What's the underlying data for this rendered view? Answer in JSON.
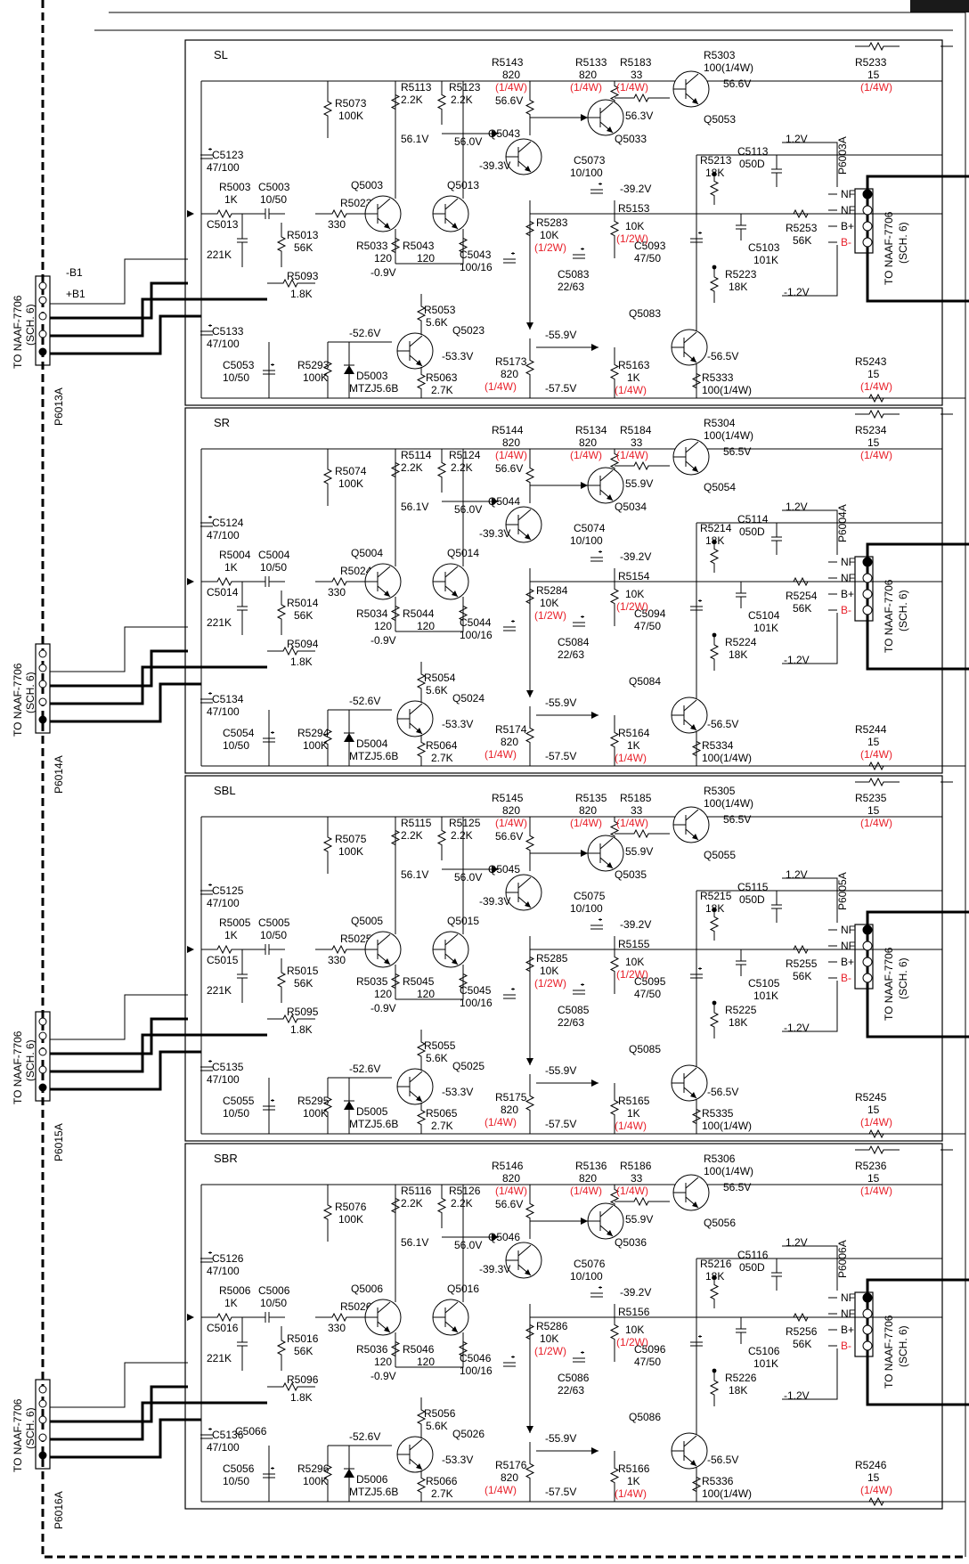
{
  "header_tab": "",
  "wiring": {
    "neg_b1": "-B1",
    "pos_b1": "+B1"
  },
  "channels": [
    {
      "name": "SL",
      "input_connector": "P6013A",
      "output_connector": "P6003A",
      "to_board": "TO NAAF-7706",
      "sheet": "(SCH. 6)",
      "out_pins": [
        "NF",
        "NF",
        "B+",
        "B-"
      ],
      "components": {
        "r_in": {
          "ref": "R5003",
          "val": "1K"
        },
        "c_in": {
          "ref": "C5003",
          "val": "10/50"
        },
        "c_in2": {
          "ref": "C5013",
          "val": "221K"
        },
        "c_bp_top": {
          "ref": "C5123",
          "val": "47/100"
        },
        "c_bp_bot": {
          "ref": "C5133",
          "val": "47/100"
        },
        "r_bias": {
          "ref": "R5073",
          "val": "100K"
        },
        "r_fb": {
          "ref": "R5013",
          "val": "56K"
        },
        "r_nf": {
          "ref": "R5093",
          "val": "1.8K"
        },
        "r_base": {
          "ref": "R5023",
          "val": "330"
        },
        "r_e1": {
          "ref": "R5033",
          "val": "120"
        },
        "r_e2": {
          "ref": "R5043",
          "val": "120"
        },
        "r_col1": {
          "ref": "R5113",
          "val": "2.2K"
        },
        "r_col2": {
          "ref": "R5123",
          "val": "2.2K"
        },
        "r_top1": {
          "ref": "R5143",
          "val": "820"
        },
        "r_top2": {
          "ref": "R5133",
          "val": "820"
        },
        "r_top3": {
          "ref": "R5183",
          "val": "33"
        },
        "r_top4": {
          "ref": "R5303",
          "val": "100"
        },
        "r_out_top": {
          "ref": "R5233",
          "val": "15"
        },
        "r_out_bot": {
          "ref": "R5243",
          "val": "15"
        },
        "c_mid1": {
          "ref": "C5043",
          "val": "100/16"
        },
        "c_mid2": {
          "ref": "C5073",
          "val": "10/100"
        },
        "r_mid1": {
          "ref": "R5283",
          "val": "10K"
        },
        "r_mid2": {
          "ref": "R5153",
          "val": "10K"
        },
        "c_mid3": {
          "ref": "C5083",
          "val": "22/63"
        },
        "c_mid4": {
          "ref": "C5093",
          "val": "47/50"
        },
        "r_right1": {
          "ref": "R5213",
          "val": "18K"
        },
        "r_right2": {
          "ref": "R5223",
          "val": "18K"
        },
        "c_right1": {
          "ref": "C5113",
          "val": "050D"
        },
        "c_right2": {
          "ref": "C5103",
          "val": "101K"
        },
        "r_nf_out": {
          "ref": "R5253",
          "val": "56K"
        },
        "r_low1": {
          "ref": "R5053",
          "val": "5.6K"
        },
        "r_low2": {
          "ref": "R5063",
          "val": "2.7K"
        },
        "r_low3": {
          "ref": "R5173",
          "val": "820"
        },
        "r_low4": {
          "ref": "R5163",
          "val": "1K"
        },
        "r_low5": {
          "ref": "R5333",
          "val": "100"
        },
        "r_low6": {
          "ref": "R5293",
          "val": "100K"
        },
        "c_low": {
          "ref": "C5053",
          "val": "10/50"
        },
        "zener": {
          "ref": "D5003",
          "val": "MTZJ5.6B"
        }
      },
      "transistors": {
        "q_in1": "Q5003",
        "q_in2": "Q5013",
        "q_vas": "Q5043",
        "q_drv_top": "Q5033",
        "q_out_top": "Q5053",
        "q_bias": "Q5023",
        "q_out_bot": "Q5083"
      },
      "voltages": {
        "v_col1": "56.1V",
        "v_col2": "56.0V",
        "v_top1": "56.6V",
        "v_top2": "56.3V",
        "v_top3": "56.6V",
        "v_mid1": "-39.3V",
        "v_mid2": "-39.2V",
        "v_base": "-0.9V",
        "v_out_pos": "1.2V",
        "v_out_neg": "-1.2V",
        "v_low1": "-52.6V",
        "v_low2": "-53.3V",
        "v_low3": "-55.9V",
        "v_low4": "-56.5V",
        "v_low5": "-57.5V"
      },
      "ratings": {
        "quarter_w": "(1/4W)",
        "half_w": "(1/2W)"
      }
    },
    {
      "name": "SR",
      "input_connector": "P6014A",
      "output_connector": "P6004A",
      "to_board": "TO NAAF-7706",
      "sheet": "(SCH. 6)",
      "out_pins": [
        "NF",
        "NF",
        "B+",
        "B-"
      ],
      "components": {
        "r_in": {
          "ref": "R5004",
          "val": "1K"
        },
        "c_in": {
          "ref": "C5004",
          "val": "10/50"
        },
        "c_in2": {
          "ref": "C5014",
          "val": "221K"
        },
        "c_bp_top": {
          "ref": "C5124",
          "val": "47/100"
        },
        "c_bp_bot": {
          "ref": "C5134",
          "val": "47/100"
        },
        "r_bias": {
          "ref": "R5074",
          "val": "100K"
        },
        "r_fb": {
          "ref": "R5014",
          "val": "56K"
        },
        "r_nf": {
          "ref": "R5094",
          "val": "1.8K"
        },
        "r_base": {
          "ref": "R5024",
          "val": "330"
        },
        "r_e1": {
          "ref": "R5034",
          "val": "120"
        },
        "r_e2": {
          "ref": "R5044",
          "val": "120"
        },
        "r_col1": {
          "ref": "R5114",
          "val": "2.2K"
        },
        "r_col2": {
          "ref": "R5124",
          "val": "2.2K"
        },
        "r_top1": {
          "ref": "R5144",
          "val": "820"
        },
        "r_top2": {
          "ref": "R5134",
          "val": "820"
        },
        "r_top3": {
          "ref": "R5184",
          "val": "33"
        },
        "r_top4": {
          "ref": "R5304",
          "val": "100"
        },
        "r_out_top": {
          "ref": "R5234",
          "val": "15"
        },
        "r_out_bot": {
          "ref": "R5244",
          "val": "15"
        },
        "c_mid1": {
          "ref": "C5044",
          "val": "100/16"
        },
        "c_mid2": {
          "ref": "C5074",
          "val": "10/100"
        },
        "r_mid1": {
          "ref": "R5284",
          "val": "10K"
        },
        "r_mid2": {
          "ref": "R5154",
          "val": "10K"
        },
        "c_mid3": {
          "ref": "C5084",
          "val": "22/63"
        },
        "c_mid4": {
          "ref": "C5094",
          "val": "47/50"
        },
        "r_right1": {
          "ref": "R5214",
          "val": "18K"
        },
        "r_right2": {
          "ref": "R5224",
          "val": "18K"
        },
        "c_right1": {
          "ref": "C5114",
          "val": "050D"
        },
        "c_right2": {
          "ref": "C5104",
          "val": "101K"
        },
        "r_nf_out": {
          "ref": "R5254",
          "val": "56K"
        },
        "r_low1": {
          "ref": "R5054",
          "val": "5.6K"
        },
        "r_low2": {
          "ref": "R5064",
          "val": "2.7K"
        },
        "r_low3": {
          "ref": "R5174",
          "val": "820"
        },
        "r_low4": {
          "ref": "R5164",
          "val": "1K"
        },
        "r_low5": {
          "ref": "R5334",
          "val": "100"
        },
        "r_low6": {
          "ref": "R5294",
          "val": "100K"
        },
        "c_low": {
          "ref": "C5054",
          "val": "10/50"
        },
        "zener": {
          "ref": "D5004",
          "val": "MTZJ5.6B"
        }
      },
      "transistors": {
        "q_in1": "Q5004",
        "q_in2": "Q5014",
        "q_vas": "Q5044",
        "q_drv_top": "Q5034",
        "q_out_top": "Q5054",
        "q_bias": "Q5024",
        "q_out_bot": "Q5084"
      },
      "voltages": {
        "v_col1": "56.1V",
        "v_col2": "56.0V",
        "v_top1": "56.6V",
        "v_top2": "55.9V",
        "v_top3": "56.5V",
        "v_mid1": "-39.3V",
        "v_mid2": "-39.2V",
        "v_base": "-0.9V",
        "v_out_pos": "1.2V",
        "v_out_neg": "-1.2V",
        "v_low1": "-52.6V",
        "v_low2": "-53.3V",
        "v_low3": "-55.9V",
        "v_low4": "-56.5V",
        "v_low5": "-57.5V"
      },
      "ratings": {
        "quarter_w": "(1/4W)",
        "half_w": "(1/2W)"
      }
    },
    {
      "name": "SBL",
      "input_connector": "P6015A",
      "output_connector": "P6005A",
      "to_board": "TO NAAF-7706",
      "sheet": "(SCH. 6)",
      "out_pins": [
        "NF",
        "NF",
        "B+",
        "B-"
      ],
      "components": {
        "r_in": {
          "ref": "R5005",
          "val": "1K"
        },
        "c_in": {
          "ref": "C5005",
          "val": "10/50"
        },
        "c_in2": {
          "ref": "C5015",
          "val": "221K"
        },
        "c_bp_top": {
          "ref": "C5125",
          "val": "47/100"
        },
        "c_bp_bot": {
          "ref": "C5135",
          "val": "47/100"
        },
        "r_bias": {
          "ref": "R5075",
          "val": "100K"
        },
        "r_fb": {
          "ref": "R5015",
          "val": "56K"
        },
        "r_nf": {
          "ref": "R5095",
          "val": "1.8K"
        },
        "r_base": {
          "ref": "R5025",
          "val": "330"
        },
        "r_e1": {
          "ref": "R5035",
          "val": "120"
        },
        "r_e2": {
          "ref": "R5045",
          "val": "120"
        },
        "r_col1": {
          "ref": "R5115",
          "val": "2.2K"
        },
        "r_col2": {
          "ref": "R5125",
          "val": "2.2K"
        },
        "r_top1": {
          "ref": "R5145",
          "val": "820"
        },
        "r_top2": {
          "ref": "R5135",
          "val": "820"
        },
        "r_top3": {
          "ref": "R5185",
          "val": "33"
        },
        "r_top4": {
          "ref": "R5305",
          "val": "100"
        },
        "r_out_top": {
          "ref": "R5235",
          "val": "15"
        },
        "r_out_bot": {
          "ref": "R5245",
          "val": "15"
        },
        "c_mid1": {
          "ref": "C5045",
          "val": "100/16"
        },
        "c_mid2": {
          "ref": "C5075",
          "val": "10/100"
        },
        "r_mid1": {
          "ref": "R5285",
          "val": "10K"
        },
        "r_mid2": {
          "ref": "R5155",
          "val": "10K"
        },
        "c_mid3": {
          "ref": "C5085",
          "val": "22/63"
        },
        "c_mid4": {
          "ref": "C5095",
          "val": "47/50"
        },
        "r_right1": {
          "ref": "R5215",
          "val": "18K"
        },
        "r_right2": {
          "ref": "R5225",
          "val": "18K"
        },
        "c_right1": {
          "ref": "C5115",
          "val": "050D"
        },
        "c_right2": {
          "ref": "C5105",
          "val": "101K"
        },
        "r_nf_out": {
          "ref": "R5255",
          "val": "56K"
        },
        "r_low1": {
          "ref": "R5055",
          "val": "5.6K"
        },
        "r_low2": {
          "ref": "R5065",
          "val": "2.7K"
        },
        "r_low3": {
          "ref": "R5175",
          "val": "820"
        },
        "r_low4": {
          "ref": "R5165",
          "val": "1K"
        },
        "r_low5": {
          "ref": "R5335",
          "val": "100"
        },
        "r_low6": {
          "ref": "R5295",
          "val": "100K"
        },
        "c_low": {
          "ref": "C5055",
          "val": "10/50"
        },
        "zener": {
          "ref": "D5005",
          "val": "MTZJ5.6B"
        }
      },
      "transistors": {
        "q_in1": "Q5005",
        "q_in2": "Q5015",
        "q_vas": "Q5045",
        "q_drv_top": "Q5035",
        "q_out_top": "Q5055",
        "q_bias": "Q5025",
        "q_out_bot": "Q5085"
      },
      "voltages": {
        "v_col1": "56.1V",
        "v_col2": "56.0V",
        "v_top1": "56.6V",
        "v_top2": "55.9V",
        "v_top3": "56.5V",
        "v_mid1": "-39.3V",
        "v_mid2": "-39.2V",
        "v_base": "-0.9V",
        "v_out_pos": "1.2V",
        "v_out_neg": "-1.2V",
        "v_low1": "-52.6V",
        "v_low2": "-53.3V",
        "v_low3": "-55.9V",
        "v_low4": "-56.5V",
        "v_low5": "-57.5V"
      },
      "ratings": {
        "quarter_w": "(1/4W)",
        "half_w": "(1/2W)"
      }
    },
    {
      "name": "SBR",
      "input_connector": "P6016A",
      "output_connector": "P6006A",
      "to_board": "TO NAAF-7706",
      "sheet": "(SCH. 6)",
      "out_pins": [
        "NF",
        "NF",
        "B+",
        "B-"
      ],
      "extra_label": "C5066",
      "components": {
        "r_in": {
          "ref": "R5006",
          "val": "1K"
        },
        "c_in": {
          "ref": "C5006",
          "val": "10/50"
        },
        "c_in2": {
          "ref": "C5016",
          "val": "221K"
        },
        "c_bp_top": {
          "ref": "C5126",
          "val": "47/100"
        },
        "c_bp_bot": {
          "ref": "C5136",
          "val": "47/100"
        },
        "r_bias": {
          "ref": "R5076",
          "val": "100K"
        },
        "r_fb": {
          "ref": "R5016",
          "val": "56K"
        },
        "r_nf": {
          "ref": "R5096",
          "val": "1.8K"
        },
        "r_base": {
          "ref": "R5026",
          "val": "330"
        },
        "r_e1": {
          "ref": "R5036",
          "val": "120"
        },
        "r_e2": {
          "ref": "R5046",
          "val": "120"
        },
        "r_col1": {
          "ref": "R5116",
          "val": "2.2K"
        },
        "r_col2": {
          "ref": "R5126",
          "val": "2.2K"
        },
        "r_top1": {
          "ref": "R5146",
          "val": "820"
        },
        "r_top2": {
          "ref": "R5136",
          "val": "820"
        },
        "r_top3": {
          "ref": "R5186",
          "val": "33"
        },
        "r_top4": {
          "ref": "R5306",
          "val": "100"
        },
        "r_out_top": {
          "ref": "R5236",
          "val": "15"
        },
        "r_out_bot": {
          "ref": "R5246",
          "val": "15"
        },
        "c_mid1": {
          "ref": "C5046",
          "val": "100/16"
        },
        "c_mid2": {
          "ref": "C5076",
          "val": "10/100"
        },
        "r_mid1": {
          "ref": "R5286",
          "val": "10K"
        },
        "r_mid2": {
          "ref": "R5156",
          "val": "10K"
        },
        "c_mid3": {
          "ref": "C5086",
          "val": "22/63"
        },
        "c_mid4": {
          "ref": "C5096",
          "val": "47/50"
        },
        "r_right1": {
          "ref": "R5216",
          "val": "18K"
        },
        "r_right2": {
          "ref": "R5226",
          "val": "18K"
        },
        "c_right1": {
          "ref": "C5116",
          "val": "050D"
        },
        "c_right2": {
          "ref": "C5106",
          "val": "101K"
        },
        "r_nf_out": {
          "ref": "R5256",
          "val": "56K"
        },
        "r_low1": {
          "ref": "R5056",
          "val": "5.6K"
        },
        "r_low2": {
          "ref": "R5066",
          "val": "2.7K"
        },
        "r_low3": {
          "ref": "R5176",
          "val": "820"
        },
        "r_low4": {
          "ref": "R5166",
          "val": "1K"
        },
        "r_low5": {
          "ref": "R5336",
          "val": "100"
        },
        "r_low6": {
          "ref": "R5296",
          "val": "100K"
        },
        "c_low": {
          "ref": "C5056",
          "val": "10/50"
        },
        "zener": {
          "ref": "D5006",
          "val": "MTZJ5.6B"
        }
      },
      "transistors": {
        "q_in1": "Q5006",
        "q_in2": "Q5016",
        "q_vas": "Q5046",
        "q_drv_top": "Q5036",
        "q_out_top": "Q5056",
        "q_bias": "Q5026",
        "q_out_bot": "Q5086"
      },
      "voltages": {
        "v_col1": "56.1V",
        "v_col2": "56.0V",
        "v_top1": "56.6V",
        "v_top2": "55.9V",
        "v_top3": "56.5V",
        "v_mid1": "-39.3V",
        "v_mid2": "-39.2V",
        "v_base": "-0.9V",
        "v_out_pos": "1.2V",
        "v_out_neg": "-1.2V",
        "v_low1": "-52.6V",
        "v_low2": "-53.3V",
        "v_low3": "-55.9V",
        "v_low4": "-56.5V",
        "v_low5": "-57.5V"
      },
      "ratings": {
        "quarter_w": "(1/4W)",
        "half_w": "(1/2W)"
      }
    }
  ]
}
